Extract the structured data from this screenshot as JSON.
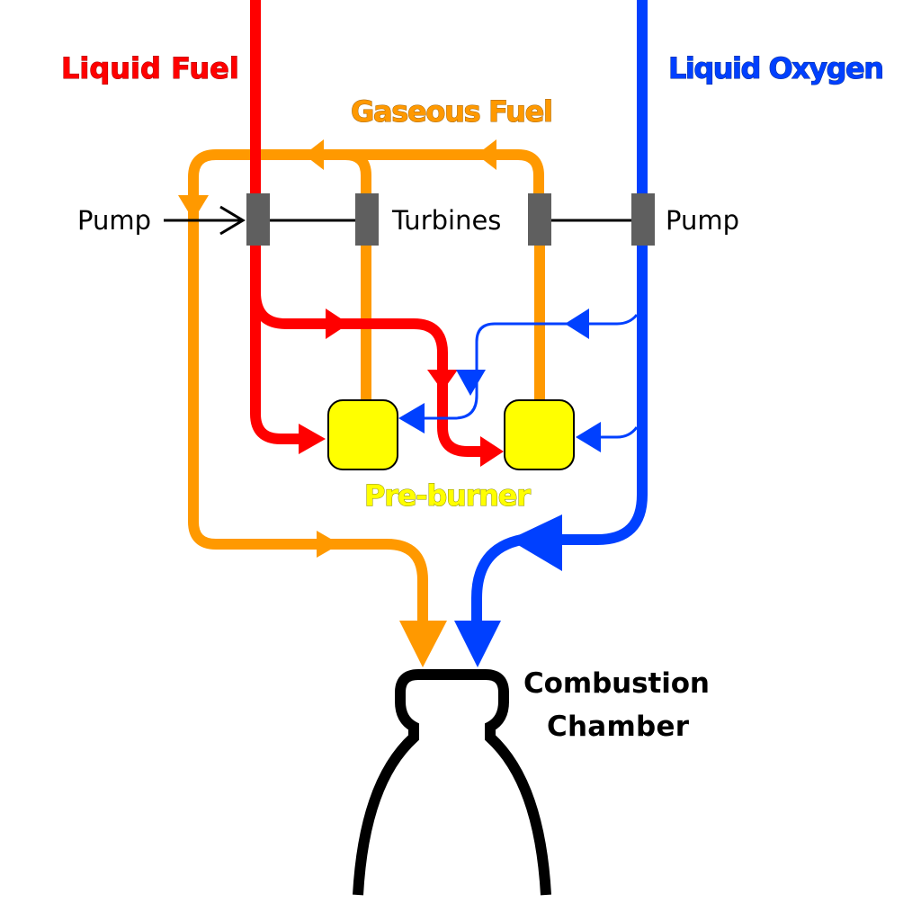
{
  "colors": {
    "liquid_fuel": "#ff0000",
    "liquid_oxygen": "#0040ff",
    "gaseous_fuel": "#ff9900",
    "preburner": "#ffff00",
    "component": "#5f5f5f",
    "outline": "#000000"
  },
  "labels": {
    "liquid_fuel": "Liquid Fuel",
    "liquid_oxygen": "Liquid Oxygen",
    "gaseous_fuel": "Gaseous Fuel",
    "pump_left": "Pump",
    "pump_right": "Pump",
    "turbines": "Turbines",
    "preburner": "Pre-burner",
    "chamber_line1": "Combustion",
    "chamber_line2": "Chamber"
  }
}
